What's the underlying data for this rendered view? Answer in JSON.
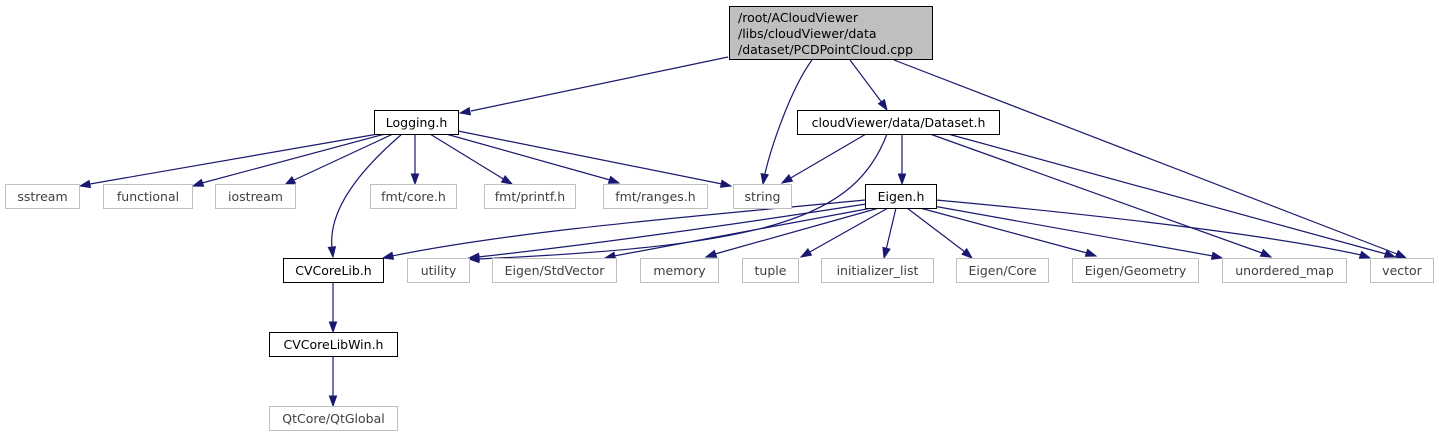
{
  "colors": {
    "edge": "#191970",
    "node_border": "#000000",
    "external_border": "#bfbfbf",
    "external_text": "#3f3f3f",
    "root_fill": "#bfbfbf",
    "text": "#000000"
  },
  "nodes": [
    {
      "id": "root",
      "lines": [
        "/root/ACloudViewer",
        "/libs/cloudViewer/data",
        "/dataset/PCDPointCloud.cpp"
      ],
      "kind": "root"
    },
    {
      "id": "logging",
      "lines": [
        "Logging.h"
      ],
      "kind": "header"
    },
    {
      "id": "dataset",
      "lines": [
        "cloudViewer/data/Dataset.h"
      ],
      "kind": "header"
    },
    {
      "id": "sstream",
      "lines": [
        "sstream"
      ],
      "kind": "external"
    },
    {
      "id": "functional",
      "lines": [
        "functional"
      ],
      "kind": "external"
    },
    {
      "id": "iostream",
      "lines": [
        "iostream"
      ],
      "kind": "external"
    },
    {
      "id": "fmtcore",
      "lines": [
        "fmt/core.h"
      ],
      "kind": "external"
    },
    {
      "id": "fmtprintf",
      "lines": [
        "fmt/printf.h"
      ],
      "kind": "external"
    },
    {
      "id": "fmtranges",
      "lines": [
        "fmt/ranges.h"
      ],
      "kind": "external"
    },
    {
      "id": "string",
      "lines": [
        "string"
      ],
      "kind": "external"
    },
    {
      "id": "eigen",
      "lines": [
        "Eigen.h"
      ],
      "kind": "header"
    },
    {
      "id": "cvcorelib",
      "lines": [
        "CVCoreLib.h"
      ],
      "kind": "header"
    },
    {
      "id": "utility",
      "lines": [
        "utility"
      ],
      "kind": "external"
    },
    {
      "id": "stdvector",
      "lines": [
        "Eigen/StdVector"
      ],
      "kind": "external"
    },
    {
      "id": "memory",
      "lines": [
        "memory"
      ],
      "kind": "external"
    },
    {
      "id": "tuple",
      "lines": [
        "tuple"
      ],
      "kind": "external"
    },
    {
      "id": "initlist",
      "lines": [
        "initializer_list"
      ],
      "kind": "external"
    },
    {
      "id": "eigencore",
      "lines": [
        "Eigen/Core"
      ],
      "kind": "external"
    },
    {
      "id": "eigengeom",
      "lines": [
        "Eigen/Geometry"
      ],
      "kind": "external"
    },
    {
      "id": "umap",
      "lines": [
        "unordered_map"
      ],
      "kind": "external"
    },
    {
      "id": "vector",
      "lines": [
        "vector"
      ],
      "kind": "external"
    },
    {
      "id": "cvcorelibwin",
      "lines": [
        "CVCoreLibWin.h"
      ],
      "kind": "header"
    },
    {
      "id": "qtglobal",
      "lines": [
        "QtCore/QtGlobal"
      ],
      "kind": "external"
    }
  ],
  "edges": [
    {
      "from": "root",
      "to": "logging"
    },
    {
      "from": "root",
      "to": "string"
    },
    {
      "from": "root",
      "to": "dataset"
    },
    {
      "from": "root",
      "to": "vector"
    },
    {
      "from": "logging",
      "to": "sstream"
    },
    {
      "from": "logging",
      "to": "functional"
    },
    {
      "from": "logging",
      "to": "iostream"
    },
    {
      "from": "logging",
      "to": "cvcorelib"
    },
    {
      "from": "logging",
      "to": "fmtcore"
    },
    {
      "from": "logging",
      "to": "fmtprintf"
    },
    {
      "from": "logging",
      "to": "fmtranges"
    },
    {
      "from": "logging",
      "to": "string"
    },
    {
      "from": "dataset",
      "to": "string"
    },
    {
      "from": "dataset",
      "to": "utility"
    },
    {
      "from": "dataset",
      "to": "eigen"
    },
    {
      "from": "dataset",
      "to": "umap"
    },
    {
      "from": "dataset",
      "to": "vector"
    },
    {
      "from": "eigen",
      "to": "cvcorelib"
    },
    {
      "from": "eigen",
      "to": "utility"
    },
    {
      "from": "eigen",
      "to": "stdvector"
    },
    {
      "from": "eigen",
      "to": "memory"
    },
    {
      "from": "eigen",
      "to": "tuple"
    },
    {
      "from": "eigen",
      "to": "initlist"
    },
    {
      "from": "eigen",
      "to": "eigencore"
    },
    {
      "from": "eigen",
      "to": "eigengeom"
    },
    {
      "from": "eigen",
      "to": "umap"
    },
    {
      "from": "eigen",
      "to": "vector"
    },
    {
      "from": "cvcorelib",
      "to": "cvcorelibwin"
    },
    {
      "from": "cvcorelibwin",
      "to": "qtglobal"
    }
  ]
}
